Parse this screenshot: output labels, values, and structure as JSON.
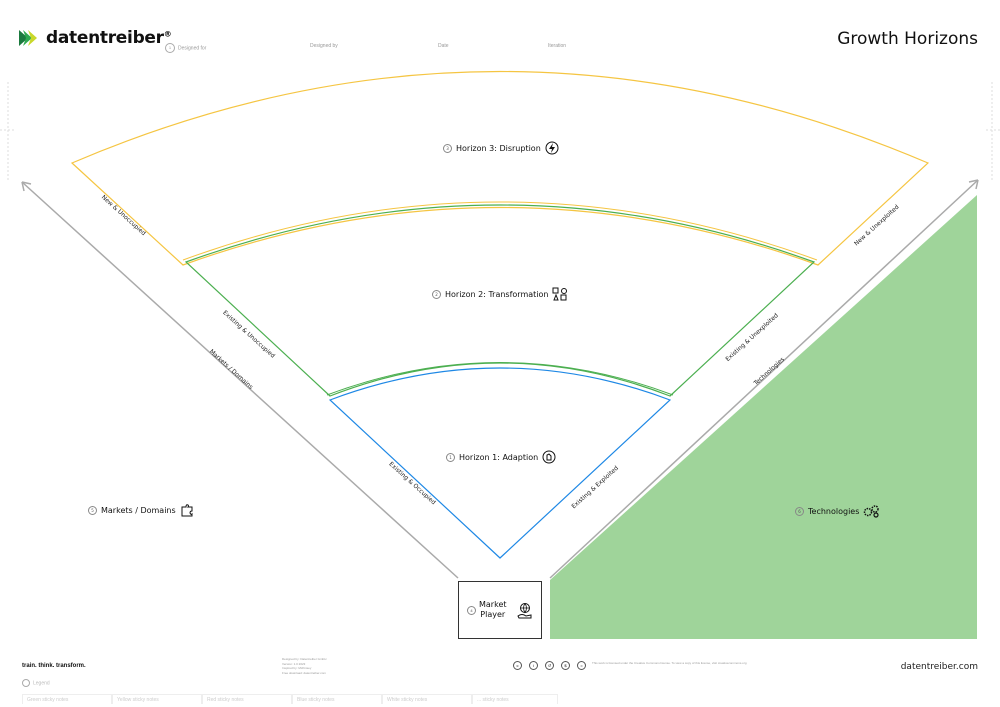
{
  "header": {
    "logo_text": "datentreiber",
    "logo_reg": "®",
    "meta": [
      {
        "num": "1",
        "label": "Designed for"
      },
      {
        "num": "",
        "label": "Designed by"
      },
      {
        "num": "",
        "label": "Date"
      },
      {
        "num": "",
        "label": "Iteration"
      }
    ],
    "title": "Growth Horizons"
  },
  "horizons": [
    {
      "num": "3",
      "label": "Horizon 3: Disruption",
      "icon": "lightning-icon",
      "color": "#f5c542"
    },
    {
      "num": "2",
      "label": "Horizon 2: Transformation",
      "icon": "shapes-icon",
      "color": "#4caf50"
    },
    {
      "num": "1",
      "label": "Horizon 1: Adaption",
      "icon": "hand-pointer-icon",
      "color": "#1e88e5"
    }
  ],
  "edge_labels": {
    "left_new": "New & Unoccupied",
    "left_existing_unoccupied": "Existing & Unoccupied",
    "left_existing_occupied": "Existing & Occupied",
    "right_new": "New & Unexploited",
    "right_existing_unexploited": "Existing & Unexploited",
    "right_existing_exploited": "Existing & Exploited",
    "left_axis": "Markets / Domains",
    "right_axis": "Technologies"
  },
  "sections": {
    "markets": {
      "num": "5",
      "label": "Markets / Domains",
      "icon": "puzzle-icon"
    },
    "technologies": {
      "num": "6",
      "label": "Technologies",
      "icon": "gears-icon"
    },
    "market_player": {
      "num": "4",
      "line1": "Market",
      "line2": "Player",
      "icon": "globe-hand-icon"
    }
  },
  "colors": {
    "tech_fill": "#9fd49a",
    "axis": "#aaaaaa",
    "h3": "#f5c542",
    "h2": "#4caf50",
    "h1": "#1e88e5"
  },
  "footer": {
    "slogan": "train. think. transform.",
    "credits": [
      "Designed by: Datentreiber GmbH",
      "Version: 1.0 2023",
      "Inspired by: McKinsey",
      "Free download: datentreiber.com"
    ],
    "license": "This work is licensed under the Creative Commons license. To view a copy of this license, visit creativecommons.org",
    "site": "datentreiber.com",
    "legend_title": "Legend",
    "sticky_notes": [
      "Green sticky notes",
      "Yellow sticky notes",
      "Red sticky notes",
      "Blue sticky notes",
      "White sticky notes",
      "... sticky notes"
    ]
  }
}
